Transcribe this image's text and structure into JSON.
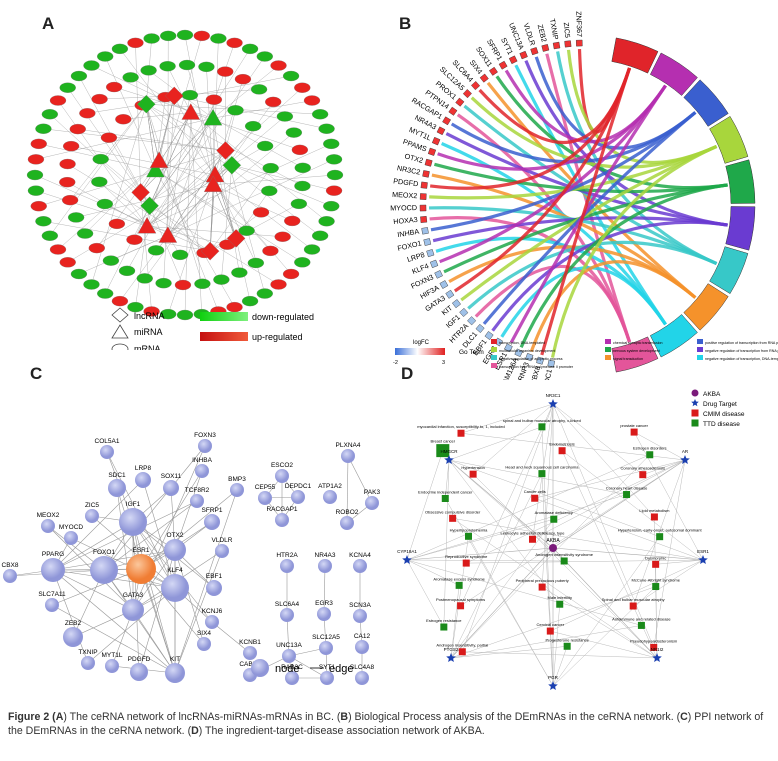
{
  "panels": {
    "a": {
      "label": "A",
      "legend_shapes": [
        "lncRNA",
        "miRNA",
        "mRNA"
      ],
      "legend_colors": [
        "down-regulated",
        "up-regulated"
      ],
      "colors": {
        "down": "#1fb31f",
        "up": "#e8231f",
        "edge": "#9a9a9a"
      }
    },
    "b": {
      "label": "B",
      "genes": [
        "ZNF367",
        "ZIC5",
        "TXNIP",
        "ZEB2",
        "VLDLR",
        "UNC13A",
        "SYT1",
        "SFRP1",
        "SOX11",
        "SIX4",
        "SLC6A4",
        "SLC12A5",
        "PROX1",
        "PTPN14",
        "RACGAP1",
        "NR4A3",
        "MYT1L",
        "PPAMS",
        "OTX2",
        "NR3C2",
        "PDGFD",
        "MEOX2",
        "MYOCD",
        "HOXA3",
        "INHBA",
        "FOXO1",
        "LRP8",
        "KLF4",
        "FOXN3",
        "HIF3A",
        "GATA3",
        "KIT",
        "IGF1",
        "HTR2A",
        "DLC1",
        "EBF1",
        "EGR3",
        "ESR1",
        "FAM126A",
        "CSRNP3",
        "CBX8",
        "DEPDC1"
      ],
      "logfc_title": "logFC",
      "logfc_min": "-2",
      "logfc_max": "3",
      "go_title": "Go Term",
      "go_terms": [
        {
          "label": "transcription, DNA-templated",
          "color": "#e0242a"
        },
        {
          "label": "chemical synaptic transmission",
          "color": "#b52fb0"
        },
        {
          "label": "positive regulation of transcription from RNA polymerase II promoter",
          "color": "#3a5fcf"
        },
        {
          "label": "multicellular organism development",
          "color": "#a8d63c"
        },
        {
          "label": "nervous system development",
          "color": "#1fa84a"
        },
        {
          "label": "negative regulation of transcription from RNA polymerase II promoter",
          "color": "#6a3bd1"
        },
        {
          "label": "negative regulation of apoptotic process",
          "color": "#37c8c8"
        },
        {
          "label": "signal transduction",
          "color": "#f5922b"
        },
        {
          "label": "negative regulation of transcription, DNA-templated",
          "color": "#22d4e8"
        },
        {
          "label": "transcription from RNA polymerase II promoter",
          "color": "#e3559a"
        }
      ]
    },
    "c": {
      "label": "C",
      "nodes": [
        "COL5A1",
        "FOXN3",
        "INHBA",
        "LRP8",
        "SDC1",
        "SOX11",
        "TCF8R2",
        "BMP3",
        "ZIC5",
        "MEOX2",
        "IGF1",
        "SFRP1",
        "MYOCD",
        "OTX2",
        "VLDLR",
        "PPARG",
        "FOXO1",
        "ESR1",
        "KLF4",
        "EBF1",
        "CBX8",
        "SLC7A11",
        "GATA3",
        "KCNJ6",
        "ZEB2",
        "SIX4",
        "TXNIP",
        "MYT1L",
        "PDGFD",
        "KIT",
        "ESCO2",
        "CEP55",
        "DEPDC1",
        "RACGAP1",
        "ATP1A2",
        "PLXNA4",
        "PAK3",
        "ROBO2",
        "HTR2A",
        "NR4A3",
        "KCNA4",
        "SLC6A4",
        "EGR3",
        "SCN3A",
        "UNC13A",
        "SLC12A5",
        "CA12",
        "KCNB1",
        "CABP1",
        "RAB3C",
        "SYT1",
        "SLC4A8"
      ],
      "legend_node": "node",
      "legend_edge": "edge",
      "colors": {
        "node": "#8f96d8",
        "hub": "#f07d34"
      }
    },
    "d": {
      "label": "D",
      "legend": [
        {
          "label": "AKBA",
          "color": "#7a1a7a",
          "shape": "circle"
        },
        {
          "label": "Drug Target",
          "color": "#1a3fb0",
          "shape": "star"
        },
        {
          "label": "CMIM disease",
          "color": "#d91a1a",
          "shape": "square"
        },
        {
          "label": "TTD disease",
          "color": "#1a8a1a",
          "shape": "square"
        }
      ],
      "targets": [
        "NR3C1",
        "HMGCR",
        "AR",
        "CYP19A1",
        "ESR1",
        "PTGS2",
        "NR1I2",
        "PGR"
      ],
      "center": "AKBA",
      "diseases": [
        "myocardial infarction, susceptibility to, 1, included",
        "spinal and bulbar muscular atrophy, x-linked",
        "prostate cancer",
        "Breast cancer",
        "Endometriosis",
        "Estrogen disorders",
        "Hypertension",
        "Head and neck squamous cell carcinoma",
        "Coronary atherosclerosis",
        "Endocrine independent cancer",
        "Cancer cells",
        "Coronary heart disease",
        "Obsessive compulsive disorder",
        "Aromatase deficiency",
        "Lipid metabolism",
        "Hyperlipoproteinemia",
        "Leukocyte adhesion deficiency, type",
        "Hypertension, early-onset, autosomal dominant",
        "Reproductive syndrome",
        "Androgen insensitivity syndrome",
        "Dysmorphic",
        "Aromatase excess syndrome",
        "Peripheral precocious puberty",
        "McCune-Albright syndrome",
        "Postmenopausal symptoms",
        "Male infertility",
        "Spinal and bulbar muscular atrophy",
        "Estrogen resistance",
        "Cervical cancer",
        "Autoimmune and related disease",
        "Androgen insensitivity, partial",
        "Progesterone resistance",
        "Pseudohypoaldosteronism"
      ]
    }
  },
  "caption": {
    "prefix": "Figure 2 (",
    "a_key": "A",
    "a_text": ") The ceRNA network of lncRNAs-miRNAs-mRNAs in BC. (",
    "b_key": "B",
    "b_text": ") Biological Process analysis of the DEmRNAs in the ceRNA network. (",
    "c_key": "C",
    "c_text": ") PPI network of the DEmRNAs in the ceRNA network. (",
    "d_key": "D",
    "d_text": ") The ingredient-target-disease association network of AKBA."
  }
}
